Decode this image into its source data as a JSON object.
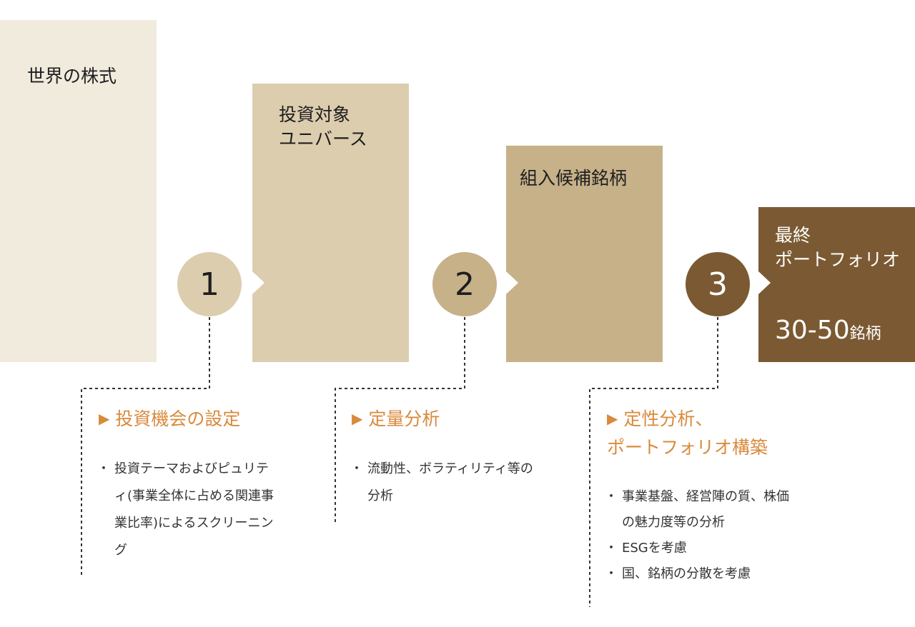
{
  "stages": [
    {
      "label": "世界の株式"
    },
    {
      "label": "投資対象\nユニバース"
    },
    {
      "label": "組入候補銘柄"
    },
    {
      "label": "最終\nポートフォリオ",
      "count_number": "30-50",
      "count_unit": "銘柄"
    }
  ],
  "steps": [
    {
      "number": "1",
      "heading": "投資機会の設定",
      "bullets": [
        "投資テーマおよびピュリティ(事業全体に占める関連事業比率)によるスクリーニング"
      ]
    },
    {
      "number": "2",
      "heading": "定量分析",
      "bullets": [
        "流動性、ボラティリティ等の分析"
      ]
    },
    {
      "number": "3",
      "heading": "定性分析、\nポートフォリオ構築",
      "bullets": [
        "事業基盤、経営陣の質、株価の魅力度等の分析",
        "ESGを考慮",
        "国、銘柄の分散を考慮"
      ]
    }
  ],
  "colors": {
    "stage1": "#f0ebdd",
    "stage2": "#dccdaf",
    "stage3": "#c6b189",
    "stage4": "#7b5a33",
    "accent": "#d98a3c",
    "dotted_line": "#333333"
  },
  "icons": {
    "heading_marker": "triangle-right-icon",
    "connector": "chevron-right-icon"
  }
}
